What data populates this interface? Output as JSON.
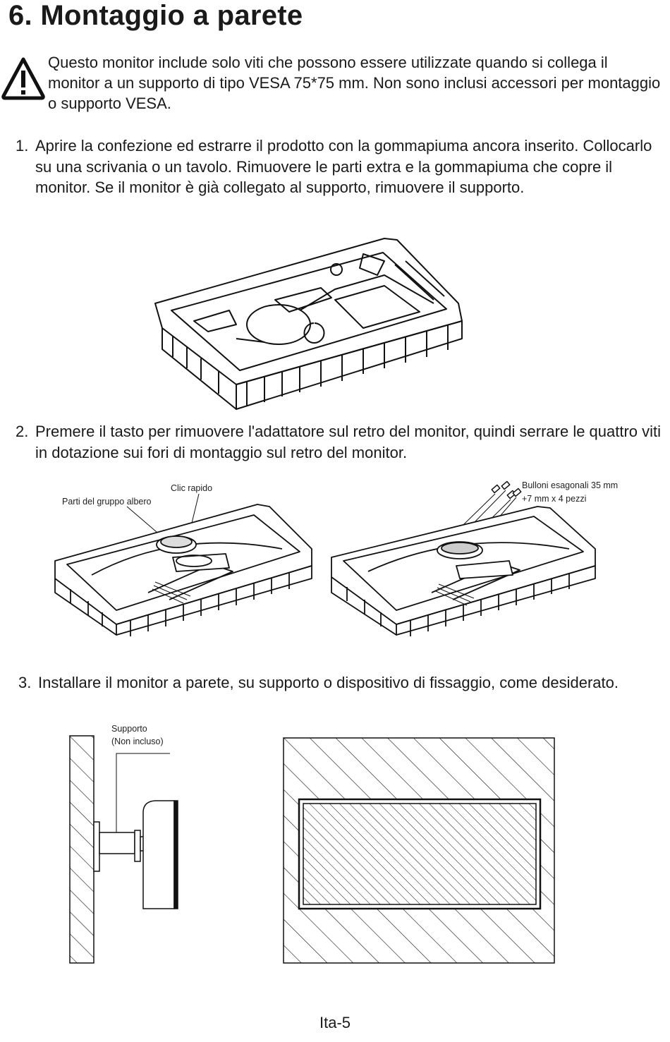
{
  "page": {
    "title": "6. Montaggio a parete",
    "warning": "Questo monitor include solo viti che possono essere utilizzate quando si collega il monitor a un supporto di tipo VESA 75*75 mm. Non sono inclusi accessori per montaggio o supporto VESA.",
    "steps": [
      {
        "num": "1.",
        "text": "Aprire la confezione ed estrarre il prodotto con la gommapiuma ancora inserito. Collocarlo su una scrivania o un tavolo. Rimuovere le parti extra e la gommapiuma che copre il monitor. Se il monitor è già collegato al supporto, rimuovere il supporto."
      },
      {
        "num": "2.",
        "text": "Premere il tasto per rimuovere l'adattatore sul retro del monitor, quindi serrare le quattro viti in dotazione sui fori di montaggio sul retro del monitor."
      },
      {
        "num": "3.",
        "text": "Installare il monitor a parete, su supporto o dispositivo di fissaggio, come desiderato."
      }
    ],
    "labels": {
      "quick_click": "Clic rapido",
      "shaft_parts": "Parti del gruppo albero",
      "bolts_line1": "Bulloni esagonali 35 mm",
      "bolts_line2": "+7 mm x 4 pezzi",
      "support_line1": "Supporto",
      "support_line2": "(Non incluso)"
    },
    "footer": "Ita-5"
  }
}
